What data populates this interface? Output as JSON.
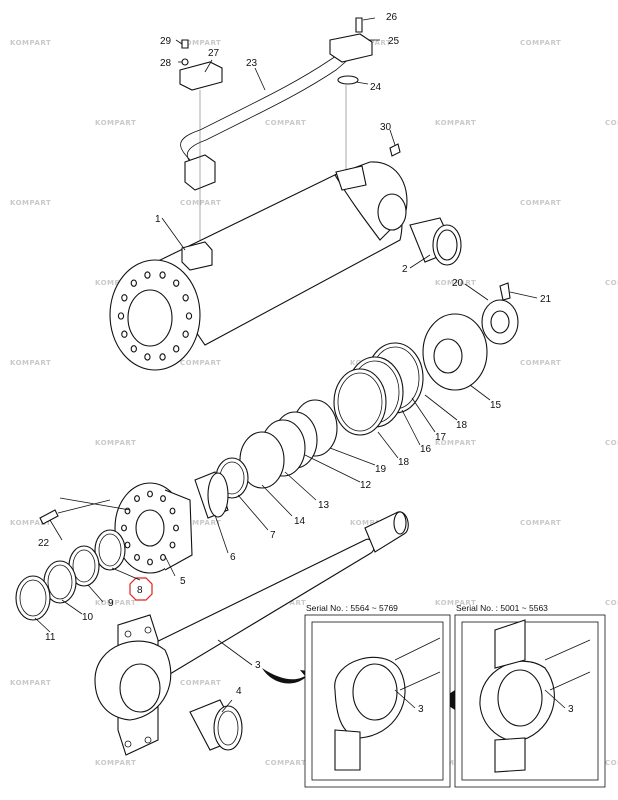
{
  "watermark": {
    "text": "KOMPART",
    "text2": "COMPART"
  },
  "labels": [
    {
      "id": "1",
      "text": "1"
    },
    {
      "id": "2",
      "text": "2"
    },
    {
      "id": "3",
      "text": "3"
    },
    {
      "id": "4",
      "text": "4"
    },
    {
      "id": "5",
      "text": "5"
    },
    {
      "id": "6",
      "text": "6"
    },
    {
      "id": "7",
      "text": "7"
    },
    {
      "id": "8",
      "text": "8"
    },
    {
      "id": "9",
      "text": "9"
    },
    {
      "id": "10",
      "text": "10"
    },
    {
      "id": "11",
      "text": "11"
    },
    {
      "id": "12",
      "text": "12"
    },
    {
      "id": "13",
      "text": "13"
    },
    {
      "id": "14",
      "text": "14"
    },
    {
      "id": "15",
      "text": "15"
    },
    {
      "id": "16",
      "text": "16"
    },
    {
      "id": "17",
      "text": "17"
    },
    {
      "id": "18a",
      "text": "18"
    },
    {
      "id": "18b",
      "text": "18"
    },
    {
      "id": "19",
      "text": "19"
    },
    {
      "id": "20",
      "text": "20"
    },
    {
      "id": "21",
      "text": "21"
    },
    {
      "id": "22",
      "text": "22"
    },
    {
      "id": "23",
      "text": "23"
    },
    {
      "id": "24",
      "text": "24"
    },
    {
      "id": "25",
      "text": "25"
    },
    {
      "id": "26",
      "text": "26"
    },
    {
      "id": "27",
      "text": "27"
    },
    {
      "id": "28",
      "text": "28"
    },
    {
      "id": "29",
      "text": "29"
    },
    {
      "id": "30",
      "text": "30"
    },
    {
      "id": "3b",
      "text": "3"
    },
    {
      "id": "3c",
      "text": "3"
    }
  ],
  "insets": {
    "left_caption": "Serial No. : 5564 ~ 5769",
    "right_caption": "Serial No. : 5001 ~ 5563"
  },
  "highlight_label": "8"
}
